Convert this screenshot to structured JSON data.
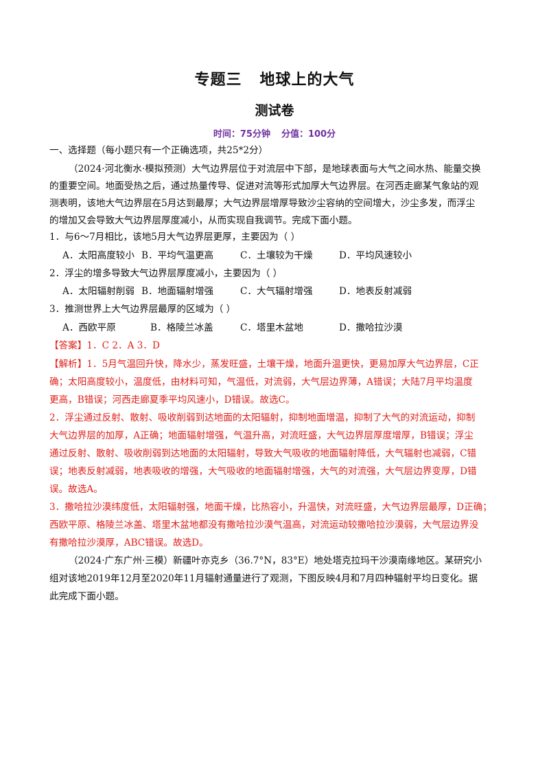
{
  "header": {
    "title_part1": "专题三",
    "title_part2": "地球上的大气",
    "subtitle": "测试卷",
    "time_label": "时间：75分钟",
    "score_label": "分值：100分"
  },
  "section_title": "一、选择题（每小题只有一个正确选项，共25*2分）",
  "passage1": [
    "（2024·河北衡水·模拟预测）大气边界层位于对流层中下部，是地球表面与大气之间水热、能量交换",
    "的重要空间。地面受热之后，通过热量传导、促进对流等形式加厚大气边界层。在河西走廊某气象站的观",
    "测表明，该地大气边界层在5月达到最厚；大气边界层增厚导致沙尘容纳的空间增大，沙尘多发，而浮尘",
    "的增加又会导致大气边界层厚度减小，从而实现自我调节。完成下面小题。"
  ],
  "questions": [
    {
      "stem": "1．与6～7月相比，该地5月大气边界层更厚，主要因为（    ）",
      "options": [
        "A．太阳高度较小",
        "B．平均气温更高",
        "C．土壤较为干燥",
        "D．平均风速较小"
      ]
    },
    {
      "stem": "2．浮尘的增多导致大气边界层厚度减小，主要因为（    ）",
      "options": [
        "A．太阳辐射削弱",
        "B．地面辐射增强",
        "C．大气辐射增强",
        "D．地表反射减弱"
      ]
    },
    {
      "stem": "3．推测世界上大气边界层最厚的区域为（    ）",
      "options": [
        "A．西欧平原",
        "B．格陵兰冰盖",
        "C．塔里木盆地",
        "D．撒哈拉沙漠"
      ]
    }
  ],
  "answer": "【答案】1．C      2．A      3．D",
  "analysis": [
    "【解析】1．5月气温回升快，降水少，蒸发旺盛，土壤干燥，地面升温更快，更易加厚大气边界层，C正",
    "确；太阳高度较小，温度低，由材料可知，气温低，对流弱，大气层边界薄，A错误；大陆7月平均温度",
    "更高，B错误；河西走廊夏季平均风速小，D错误。故选C。",
    "2．浮尘通过反射、散射、吸收削弱到达地面的太阳辐射，抑制地面增温，抑制了大气的对流运动，抑制",
    "大气边界层的加厚，A正确；地面辐射增强，气温升高，对流旺盛，大气边界层厚度增厚，B错误；浮尘",
    "通过反射、散射、吸收削弱到达地面的太阳辐射，导致大气吸收的地面辐射降低，大气辐射也减弱，C错",
    "误；地表反射减弱，地表吸收的增强，大气吸收的地面辐射增强，大气的对流强，大气层边界变厚，D错",
    "误。故选A。",
    "3．撒哈拉沙漠纬度低，太阳辐射强，地面干燥，比热容小，升温快，对流旺盛，大气边界层最厚，D正确；",
    "西欧平原、格陵兰冰盖、塔里木盆地都没有撒哈拉沙漠气温高，对流运动较撒哈拉沙漠弱，大气层边界没",
    "有撒哈拉沙漠厚，ABC错误。故选D。"
  ],
  "passage2": [
    "（2024·广东广州·三模）新疆叶亦克乡（36.7°N，83°E）地处塔克拉玛干沙漠南缘地区。某研究小",
    "组对该地2019年12月至2020年11月辐射通量进行了观测，下图反映4月和7月四种辐射平均日变化。据",
    "此完成下面小题。"
  ],
  "colors": {
    "accent_purple": "#7030a0",
    "analysis_red": "#e0201a"
  }
}
